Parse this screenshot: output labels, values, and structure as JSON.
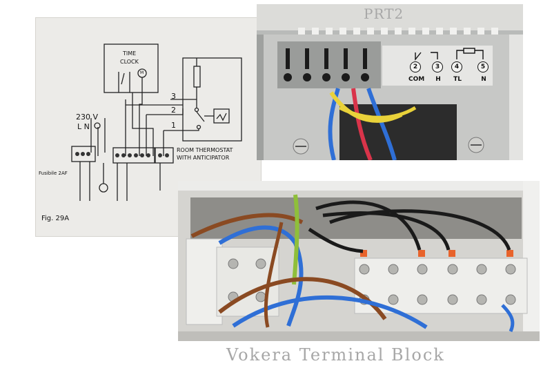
{
  "diagram": {
    "time_clock_line1": "TIME",
    "time_clock_line2": "CLOCK",
    "motor_label": "M",
    "voltage": "230  V",
    "line_neutral": "L N",
    "wire_3": "3",
    "wire_2": "2",
    "wire_1": "1",
    "thermostat_line1": "ROOM THERMOSTAT",
    "thermostat_line2": "WITH ANTICIPATOR",
    "fuse": "Fusibile 2AF",
    "figure": "Fig. 29A"
  },
  "thermostat": {
    "caption": "PRT2",
    "terminals": [
      {
        "number": "2",
        "name": "COM"
      },
      {
        "number": "3",
        "name": "H"
      },
      {
        "number": "4",
        "name": "TL"
      },
      {
        "number": "5",
        "name": "N"
      }
    ]
  },
  "terminal_block": {
    "caption": "Vokera Terminal Block"
  },
  "colors": {
    "wire_red": "#d9344a",
    "wire_blue": "#2f6fd6",
    "wire_yellow": "#e9d23a",
    "wire_brown": "#8a4a22",
    "wire_black": "#1a1a1a",
    "wire_green_yellow": "#8fbf3a"
  }
}
